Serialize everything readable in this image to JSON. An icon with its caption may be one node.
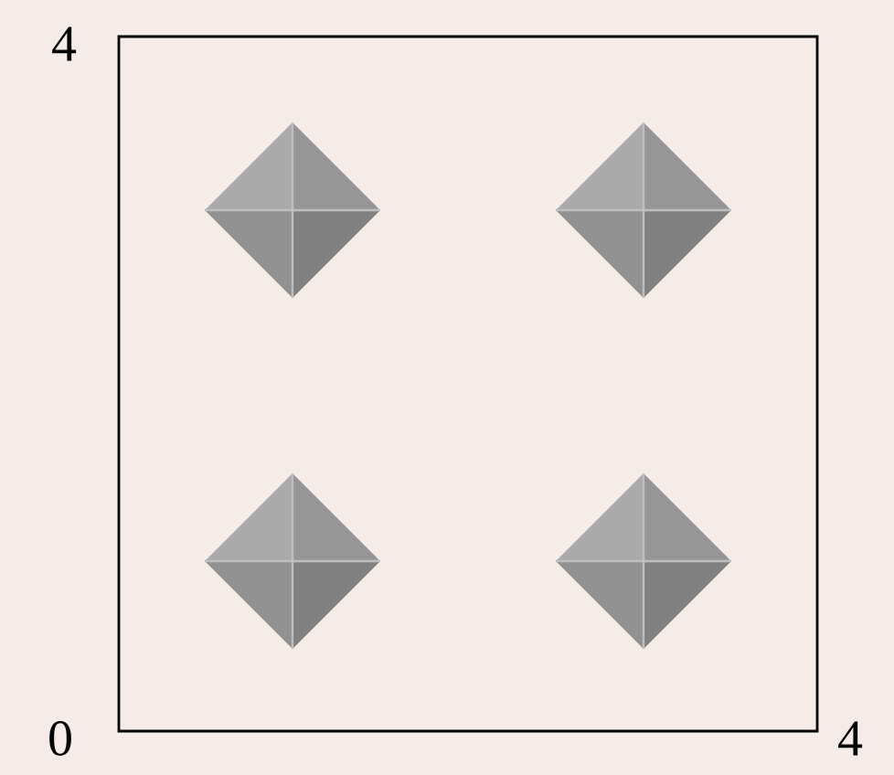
{
  "diagram": {
    "labels": [
      "4",
      "0",
      "4"
    ]
  }
}
